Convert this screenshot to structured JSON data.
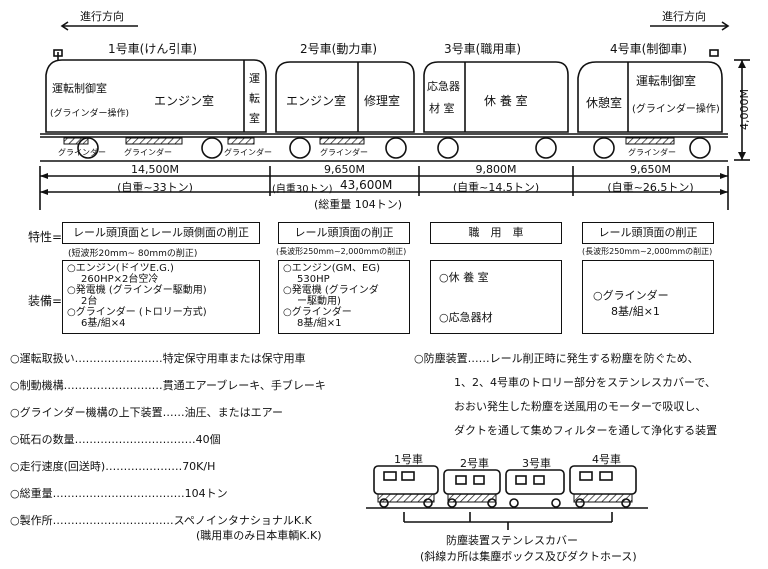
{
  "direction": {
    "left": "進行方向",
    "right": "進行方向"
  },
  "cars": [
    {
      "name": "1号車(けん引車)",
      "rooms": [
        "運転制御室",
        "(グラインダー操作)",
        "エンジン室",
        "運",
        "転",
        "室"
      ],
      "grinder_labels": [
        "グラインダー",
        "グラインダー",
        "グラインダー"
      ]
    },
    {
      "name": "2号車(動力車)",
      "rooms": [
        "エンジン室",
        "修理室"
      ],
      "grinder_labels": [
        "グラインダー"
      ]
    },
    {
      "name": "3号車(職用車)",
      "rooms": [
        "応急器",
        "材 室",
        "休 養 室"
      ]
    },
    {
      "name": "4号車(制御車)",
      "rooms": [
        "休憩室",
        "運転制御室",
        "(グラインダー操作)"
      ],
      "grinder_labels": [
        "グラインダー"
      ]
    }
  ],
  "height_dim": "4,000M",
  "dims": {
    "car1_len": "14,500M",
    "car2_len": "9,650M",
    "car3_len": "9,800M",
    "car4_len": "9,650M",
    "car1_weight": "(自重~33トン)",
    "car2_weight": "(自重30トン)",
    "total_len": "43,600M",
    "car3_weight": "(自重~14.5トン)",
    "car4_weight": "(自重~26.5トン)",
    "total_weight": "(総重量 104トン)"
  },
  "features_label": "特性=",
  "equipment_label": "装備=",
  "features": [
    {
      "title": "レール頭頂面とレール頭側面の削正",
      "sub": "(短波形20mm~ 80mmの削正)"
    },
    {
      "title": "レール頭頂面の削正",
      "sub": "(長波形250mm~2,000mmの削正)"
    },
    {
      "title": "職　用　車",
      "sub": ""
    },
    {
      "title": "レール頭頂面の削正",
      "sub": "(長波形250mm~2,000mmの削正)"
    }
  ],
  "equipment": [
    [
      "○エンジン(ドイツE.G.)",
      "260HP×2台空冷",
      "○発電機 (グラインダー駆動用)",
      "2台",
      "○グラインダー (トロリー方式)",
      "6基/組×4"
    ],
    [
      "○エンジン(GM、EG)",
      "530HP",
      "○発電機 (グラインダ",
      "ー駆動用)",
      "○グラインダー",
      "8基/組×1"
    ],
    [
      "○休 養 室",
      "○応急器材"
    ],
    [
      "○グラインダー",
      "8基/組×1"
    ]
  ],
  "specs": [
    {
      "label": "○運転取扱い",
      "value": "特定保守用車または保守用車"
    },
    {
      "label": "○制動機構",
      "value": "貫通エアーブレーキ、手ブレーキ"
    },
    {
      "label": "○グラインダー機構の上下装置",
      "value": "油圧、またはエアー"
    },
    {
      "label": "○砥石の数量",
      "value": "40個"
    },
    {
      "label": "○走行速度(回送時)",
      "value": "70K/H"
    },
    {
      "label": "○総重量",
      "value": "104トン"
    },
    {
      "label": "○製作所",
      "value": "スペノインタナショナルK.K"
    }
  ],
  "maker_note": "(職用車のみ日本車輌K.K)",
  "dust": [
    "○防塵装置……レール削正時に発生する粉塵を防ぐため、",
    "1、2、4号車のトロリー部分をステンレスカバーで、",
    "おおい発生した粉塵を送風用のモーターで吸収し、",
    "ダクトを通して集めフィルターを通して浄化する装置"
  ],
  "mini_labels": [
    "1号車",
    "2号車",
    "3号車",
    "4号車"
  ],
  "cover_caption": [
    "防塵装置ステンレスカバー",
    "(斜線カ所は集塵ボックス及びダクトホース)"
  ]
}
